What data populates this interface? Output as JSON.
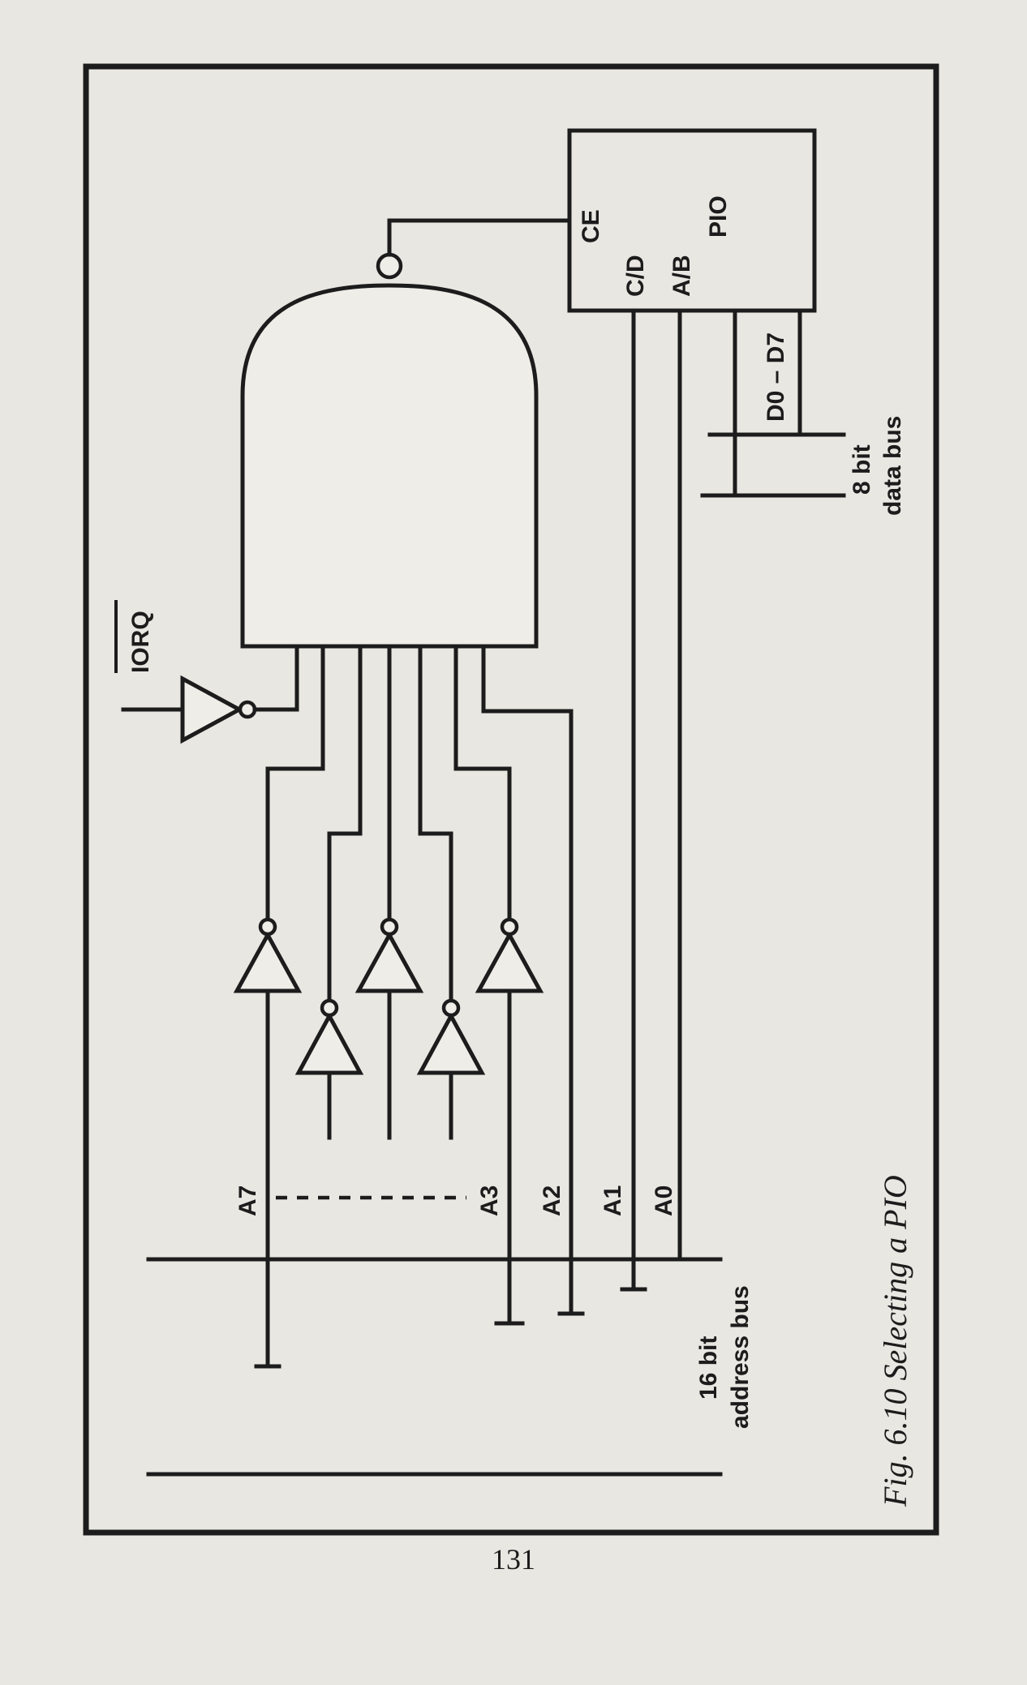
{
  "diagram": {
    "signals": {
      "iorq": "IORQ",
      "a7": "A7",
      "a3": "A3",
      "a2": "A2",
      "a1": "A1",
      "a0": "A0",
      "ce": "CE",
      "cd": "C/D",
      "ab": "A/B",
      "d0_d7": "D0 – D7"
    },
    "chip": {
      "label": "PIO"
    },
    "buses": {
      "address": [
        "16 bit",
        "address bus"
      ],
      "data": [
        "8 bit",
        "data bus"
      ]
    }
  },
  "caption": "Fig. 6.10 Selecting a PIO",
  "page_number": "131"
}
